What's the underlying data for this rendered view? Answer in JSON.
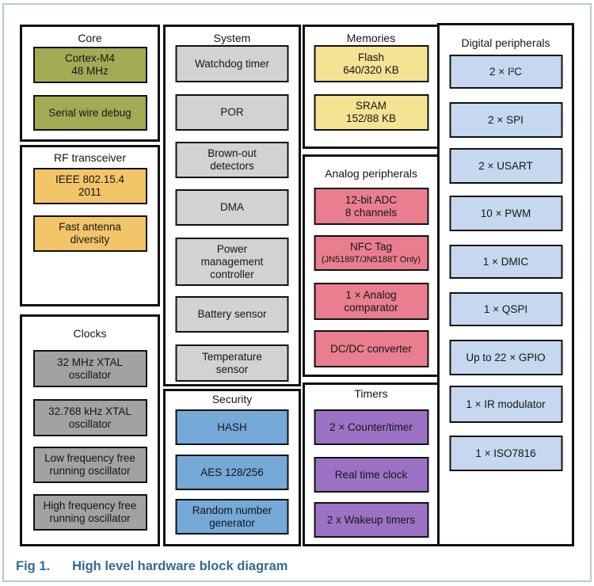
{
  "figure": {
    "caption_label": "Fig 1.",
    "caption_text": "High level hardware block diagram",
    "caption_color": "#356b93",
    "frame_border_color": "#b5c9d4",
    "block_border_color": "#111111"
  },
  "colors": {
    "core_block": "#a3aa54",
    "rf_block": "#f2c569",
    "clocks_block": "#a2a2a2",
    "system_block": "#d2d2d2",
    "security_block": "#74a9d8",
    "memories_block": "#f4e392",
    "analog_block": "#e97e8f",
    "timers_block": "#9c73c4",
    "digital_block": "#c5d8ef"
  },
  "sections": {
    "core": {
      "title": "Core",
      "blocks": [
        {
          "label": "Cortex-M4\n48 MHz"
        },
        {
          "label": "Serial wire debug"
        }
      ]
    },
    "rf": {
      "title": "RF transceiver",
      "blocks": [
        {
          "label": "IEEE 802.15.4\n2011"
        },
        {
          "label": "Fast antenna\ndiversity"
        }
      ]
    },
    "clocks": {
      "title": "Clocks",
      "blocks": [
        {
          "label": "32 MHz XTAL\noscillator"
        },
        {
          "label": "32.768 kHz XTAL\noscillator"
        },
        {
          "label": "Low frequency free\nrunning oscillator"
        },
        {
          "label": "High frequency free\nrunning oscillator"
        }
      ]
    },
    "system": {
      "title": "System",
      "blocks": [
        {
          "label": "Watchdog timer"
        },
        {
          "label": "POR"
        },
        {
          "label": "Brown-out\ndetectors"
        },
        {
          "label": "DMA"
        },
        {
          "label": "Power\nmanagement\ncontroller"
        },
        {
          "label": "Battery sensor"
        },
        {
          "label": "Temperature\nsensor"
        }
      ]
    },
    "security": {
      "title": "Security",
      "blocks": [
        {
          "label": "HASH"
        },
        {
          "label": "AES 128/256"
        },
        {
          "label": "Random number\ngenerator"
        }
      ]
    },
    "memories": {
      "title": "Memories",
      "blocks": [
        {
          "label": "Flash\n640/320 KB"
        },
        {
          "label": "SRAM\n152/88 KB"
        }
      ]
    },
    "analog": {
      "title": "Analog peripherals",
      "blocks": [
        {
          "label": "12-bit ADC\n8 channels"
        },
        {
          "label": "NFC Tag",
          "sublabel": "(JN5189T/JN5188T Only)"
        },
        {
          "label": "1 × Analog\ncomparator"
        },
        {
          "label": "DC/DC converter"
        }
      ]
    },
    "timers": {
      "title": "Timers",
      "blocks": [
        {
          "label": "2 × Counter/timer"
        },
        {
          "label": "Real time clock"
        },
        {
          "label": "2 x Wakeup timers"
        }
      ]
    },
    "digital": {
      "title": "Digital peripherals",
      "blocks": [
        {
          "label": "2 × I²C"
        },
        {
          "label": "2 × SPI"
        },
        {
          "label": "2 × USART"
        },
        {
          "label": "10 × PWM"
        },
        {
          "label": "1 × DMIC"
        },
        {
          "label": "1 × QSPI"
        },
        {
          "label": "Up to 22 × GPIO"
        },
        {
          "label": "1 × IR modulator"
        },
        {
          "label": "1 × ISO7816"
        }
      ]
    }
  }
}
